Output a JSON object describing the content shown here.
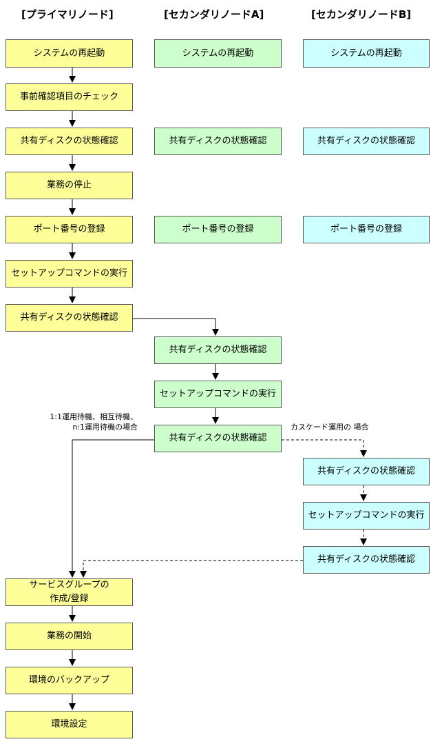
{
  "headers": {
    "primary": "[プライマリノード]",
    "secondary_a": "[セカンダリノードA]",
    "secondary_b": "[セカンダリノードB]"
  },
  "primary_steps": [
    "システムの再起動",
    "事前確認項目のチェック",
    "共有ディスクの状態確認",
    "業務の停止",
    "ポート番号の登録",
    "セットアップコマンドの実行",
    "共有ディスクの状態確認"
  ],
  "secondary_a_parallel": [
    "システムの再起動",
    "共有ディスクの状態確認",
    "ポート番号の登録"
  ],
  "secondary_b_parallel": [
    "システムの再起動",
    "共有ディスクの状態確認",
    "ポート番号の登録"
  ],
  "secondary_a_steps": [
    "共有ディスクの状態確認",
    "セットアップコマンドの実行",
    "共有ディスクの状態確認"
  ],
  "secondary_b_steps": [
    "共有ディスクの状態確認",
    "セットアップコマンドの実行",
    "共有ディスクの状態確認"
  ],
  "final_steps": [
    "サービスグループの\n作成/登録",
    "業務の開始",
    "環境のバックアップ",
    "環境設定"
  ],
  "notes": {
    "standby": "1:1運用待機、相互待機、\nn:1運用待機の場合",
    "cascade": "カスケード運用の 場合"
  },
  "colors": {
    "primary": "#ffff99",
    "secondary_a": "#ccffcc",
    "secondary_b": "#ccffff"
  }
}
